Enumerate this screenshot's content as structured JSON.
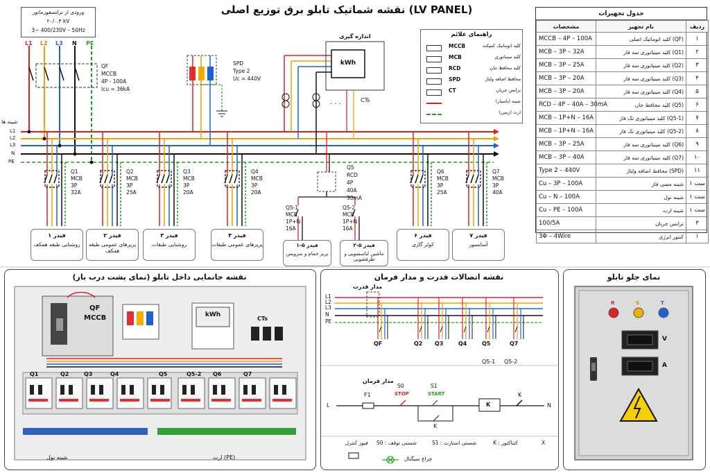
{
  "title": "نقشه شماتیک تابلو برق توزیع اصلی (LV PANEL)",
  "transformer": {
    "line1": "ورودی از ترانسفورماتور",
    "line2": "۲۰/۰.۴ kV",
    "line3": "3~ 400/230V – 50Hz"
  },
  "phases": [
    "L1",
    "L2",
    "L3",
    "N",
    "PE"
  ],
  "qf": {
    "name": "QF",
    "type": "MCCB",
    "rating": "4P - 100A",
    "icu": "Icu = 36kA"
  },
  "spd": {
    "name": "SPD",
    "type": "Type 2",
    "uc": "Uc = 440V"
  },
  "meter": {
    "title": "اندازه گیری",
    "label": "kWh",
    "cts": "CTs"
  },
  "busbar_label": "شینه ها",
  "busbars": [
    "L1",
    "L2",
    "L3",
    "N",
    "PE"
  ],
  "breakers": [
    {
      "name": "Q1",
      "l1": "MCB",
      "l2": "3P",
      "l3": "32A",
      "feeder": "فیدر ۱",
      "desc": "روشنایی طبقه همکف"
    },
    {
      "name": "Q2",
      "l1": "MCB",
      "l2": "3P",
      "l3": "25A",
      "feeder": "فیدر ۲",
      "desc": "پریزهای عمومی طبقه همکف"
    },
    {
      "name": "Q3",
      "l1": "MCB",
      "l2": "3P",
      "l3": "20A",
      "feeder": "فیدر ۳",
      "desc": "روشنایی طبقات"
    },
    {
      "name": "Q4",
      "l1": "MCB",
      "l2": "3P",
      "l3": "20A",
      "feeder": "فیدر ۴",
      "desc": "پریزهای عمومی طبقات"
    },
    {
      "name": "Q6",
      "l1": "MCB",
      "l2": "3P",
      "l3": "25A",
      "feeder": "فیدر ۶",
      "desc": "کولر گازی"
    },
    {
      "name": "Q7",
      "l1": "MCB",
      "l2": "3P",
      "l3": "40A",
      "feeder": "فیدر ۷",
      "desc": "آسانسور"
    }
  ],
  "rcd": {
    "name": "Q5",
    "l1": "RCD",
    "l2": "4P",
    "l3": "40A",
    "l4": "30mA"
  },
  "sub": [
    {
      "name": "Q5-1",
      "l1": "MCB",
      "l2": "1P+N",
      "l3": "16A",
      "feeder": "فیدر ۵-۱",
      "desc": "پریز حمام و سرویس"
    },
    {
      "name": "Q5-2",
      "l1": "MCB",
      "l2": "1P+N",
      "l3": "16A",
      "feeder": "فیدر ۵-۲",
      "desc": "ماشین لباسشویی و ظرفشویی"
    }
  ],
  "legend": {
    "title": "راهنمای علائم",
    "items": [
      {
        "code": "MCCB",
        "desc": "کلید اتوماتیک کمپکت"
      },
      {
        "code": "MCB",
        "desc": "کلید مینیاتوری"
      },
      {
        "code": "RCD",
        "desc": "کلید محافظ جان"
      },
      {
        "code": "SPD",
        "desc": "محافظ اضافه ولتاژ"
      },
      {
        "code": "CT",
        "desc": "ترانس جریان"
      },
      {
        "code": "",
        "desc": "شینه (باسبار)"
      },
      {
        "code": "",
        "desc": "ارت (زمین)"
      }
    ]
  },
  "equipment": {
    "title": "جدول تجهیزات",
    "headers": [
      "ردیف",
      "نام تجهیز",
      "مشخصات"
    ],
    "rows": [
      [
        "۱",
        "کلید اتوماتیک اصلی (QF)",
        "MCCB – 4P – 100A"
      ],
      [
        "۲",
        "کلید مینیاتوری سه فاز (Q1)",
        "MCB – 3P – 32A"
      ],
      [
        "۳",
        "کلید مینیاتوری سه فاز (Q2)",
        "MCB – 3P – 25A"
      ],
      [
        "۴",
        "کلید مینیاتوری سه فاز (Q3)",
        "MCB – 3P – 20A"
      ],
      [
        "۵",
        "کلید مینیاتوری سه فاز (Q4)",
        "MCB – 3P – 20A"
      ],
      [
        "۶",
        "کلید محافظ جان (Q5)",
        "RCD – 4P – 40A – 30mA"
      ],
      [
        "۷",
        "کلید مینیاتوری تک فاز (Q5-1)",
        "MCB – 1P+N – 16A"
      ],
      [
        "۸",
        "کلید مینیاتوری تک فاز (Q5-2)",
        "MCB – 1P+N – 16A"
      ],
      [
        "۹",
        "کلید مینیاتوری سه فاز (Q6)",
        "MCB – 3P – 25A"
      ],
      [
        "۱۰",
        "کلید مینیاتوری سه فاز (Q7)",
        "MCB – 3P – 40A"
      ],
      [
        "۱۱",
        "محافظ اضافه ولتاژ (SPD)",
        "Type 2 – 440V"
      ],
      [
        "۱ ست",
        "شینه مسی فاز",
        "Cu – 3P – 100A"
      ],
      [
        "۱ ست",
        "شینه نول",
        "Cu – N – 100A"
      ],
      [
        "۱ ست",
        "شینه ارت",
        "Cu – PE – 100A"
      ],
      [
        "۳",
        "ترانس جریان",
        "100/5A"
      ],
      [
        "۱",
        "کنتور انرژی",
        "3Φ – 4Wire"
      ]
    ]
  },
  "layout_view": {
    "title": "نقشه جانمایی داخل تابلو (نمای پشت درب باز)",
    "qf": "QF",
    "mccb": "MCCB",
    "kwh": "kWh",
    "cts": "CTs",
    "labels": [
      "Q1",
      "Q2",
      "Q3",
      "Q4",
      "Q5",
      "Q5-2",
      "Q6",
      "Q7"
    ],
    "neutral": "شینه نول",
    "earth": "ارت (PE)"
  },
  "power_view": {
    "title": "نقشه اتصالات قدرت و مدار فرمان",
    "power_circuit": "مدار قدرت",
    "lines": [
      "L1",
      "L2",
      "L3",
      "N",
      "PE"
    ],
    "bottom": [
      "QF",
      "Q2",
      "Q3",
      "Q4",
      "Q5",
      "Q7"
    ],
    "sub": [
      "Q5-1",
      "Q5-2"
    ],
    "control_title": "مدار فرمان",
    "f1": "F1",
    "s0": "S0",
    "stop": "STOP",
    "s1": "S1",
    "start": "START",
    "k": "K",
    "k2": "K",
    "l": "L",
    "n": "N",
    "legend_items": [
      "فیوز کنترل",
      "S0 : شستی توقف",
      "S1 : شستی استارت",
      "K : کنتاکتور",
      "X"
    ],
    "lamp": "چراغ سیگنال"
  },
  "front_view": {
    "title": "نمای جلو تابلو",
    "lamps": [
      "R",
      "S",
      "T"
    ],
    "v": "V",
    "a": "A"
  }
}
